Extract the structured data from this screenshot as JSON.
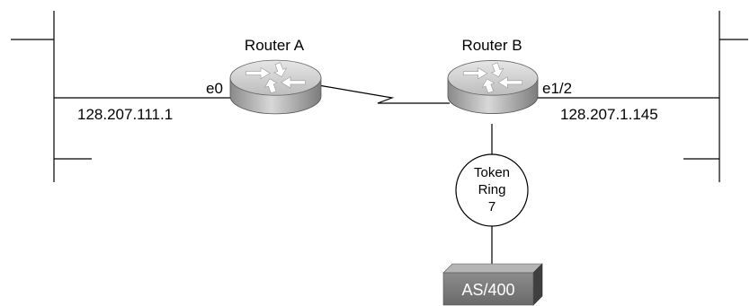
{
  "router_a": {
    "label": "Router A",
    "interface": "e0",
    "address": "128.207.111.1"
  },
  "router_b": {
    "label": "Router B",
    "interface": "e1/2",
    "address": "128.207.1.145"
  },
  "token_ring": {
    "line1": "Token",
    "line2": "Ring",
    "line3": "7"
  },
  "host": {
    "label": "AS/400"
  },
  "icons": {
    "router": "router-icon",
    "host": "as400-server-icon",
    "ring": "token-ring-icon"
  },
  "colors": {
    "router_top": "#d9d9d9",
    "router_side": "#9a9a9a",
    "host_front": "#7a7a7a",
    "host_side": "#4a4a4a"
  }
}
